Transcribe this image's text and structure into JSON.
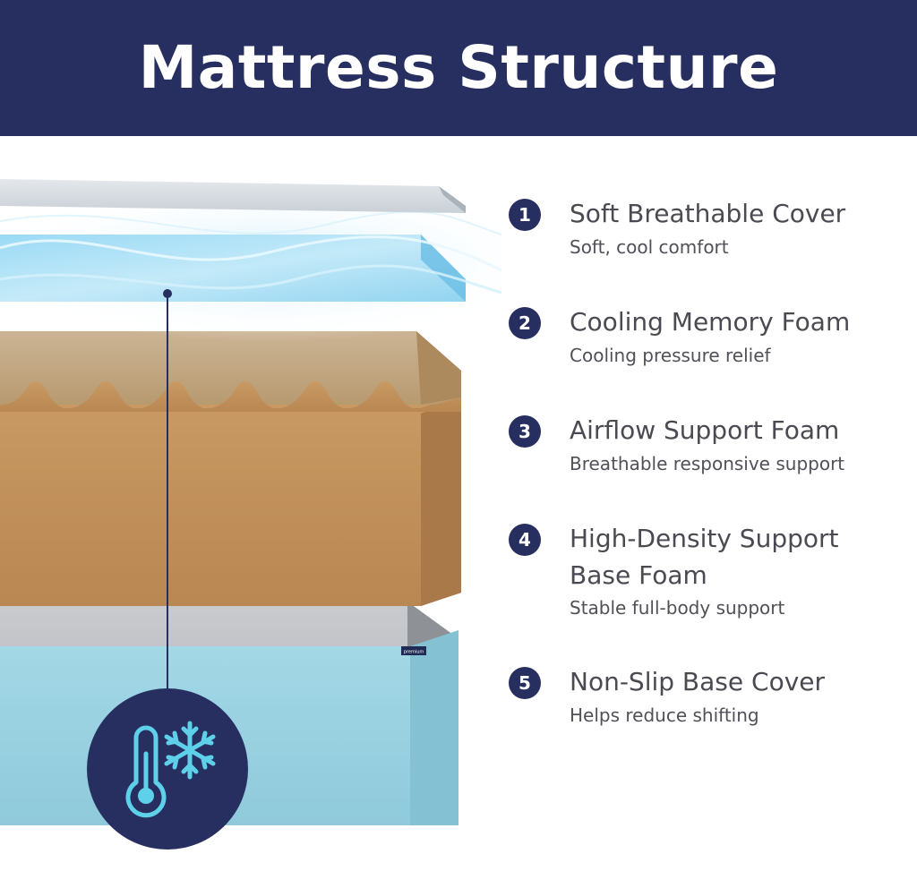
{
  "header": {
    "title": "Mattress Structure"
  },
  "illustration": {
    "brand_label": "premium",
    "icon": "thermometer-snowflake-icon"
  },
  "features": [
    {
      "number": "1",
      "title": "Soft Breathable Cover",
      "subtitle": "Soft, cool comfort"
    },
    {
      "number": "2",
      "title": "Cooling Memory Foam",
      "subtitle": "Cooling pressure relief"
    },
    {
      "number": "3",
      "title": "Airflow Support Foam",
      "subtitle": "Breathable responsive support"
    },
    {
      "number": "4",
      "title": "High-Density Support",
      "title_line2": "Base Foam",
      "subtitle": "Stable full-body support"
    },
    {
      "number": "5",
      "title": "Non-Slip Base Cover",
      "subtitle": "Helps reduce shifting"
    }
  ],
  "colors": {
    "navy": "#262f60",
    "base_cover": "#9bd3e0",
    "foam": "#c89b62",
    "cooling_layer": "#a9dcf0",
    "text_gray": "#4a4a52"
  }
}
